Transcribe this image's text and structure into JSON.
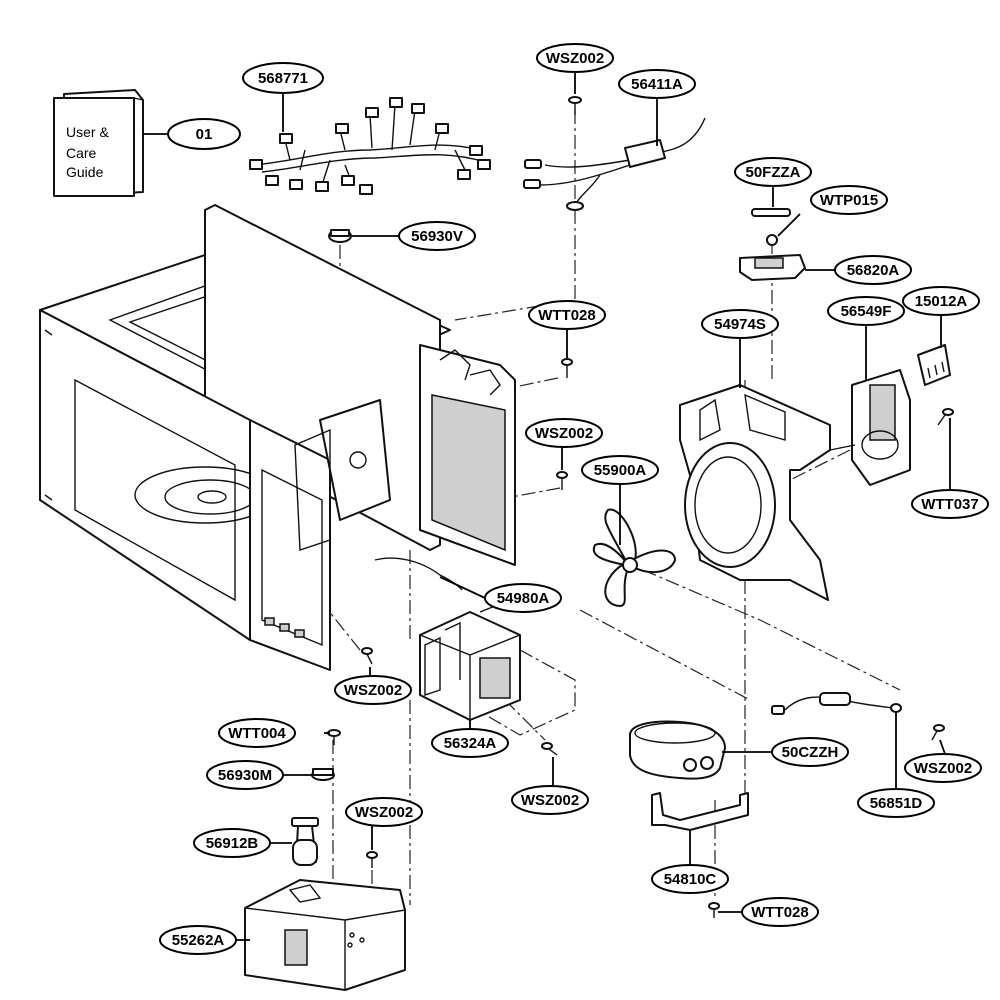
{
  "guide": {
    "lines": [
      "User &",
      "Care",
      "Guide"
    ]
  },
  "labels": {
    "l_01": "01",
    "l_568771": "568771",
    "l_wsz002_top": "WSZ002",
    "l_56411a": "56411A",
    "l_50fzza": "50FZZA",
    "l_wtp015": "WTP015",
    "l_56930v": "56930V",
    "l_56820a": "56820A",
    "l_wtt028_top": "WTT028",
    "l_54974s": "54974S",
    "l_56549f": "56549F",
    "l_15012a": "15012A",
    "l_wsz002_mid": "WSZ002",
    "l_55900a": "55900A",
    "l_wtt037": "WTT037",
    "l_54980a": "54980A",
    "l_wsz002_left": "WSZ002",
    "l_56324a": "56324A",
    "l_wtt004": "WTT004",
    "l_56930m": "56930M",
    "l_wsz002_lower": "WSZ002",
    "l_wsz002_bottom": "WSZ002",
    "l_56912b": "56912B",
    "l_50czzh": "50CZZH",
    "l_wsz002_right": "WSZ002",
    "l_56851d": "56851D",
    "l_54810c": "54810C",
    "l_55262a": "55262A",
    "l_wtt028_bottom": "WTT028"
  }
}
